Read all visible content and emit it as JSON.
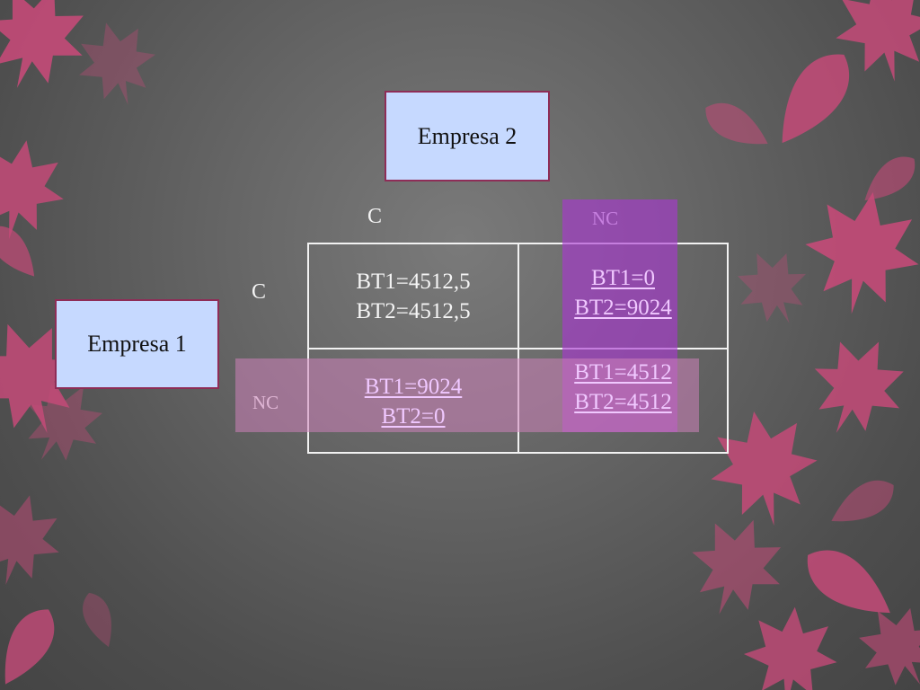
{
  "players": {
    "top": "Empresa 2",
    "left": "Empresa 1"
  },
  "columns": {
    "c": "C",
    "nc": "NC"
  },
  "rows": {
    "c": "C",
    "nc": "NC"
  },
  "cells": {
    "c_c": {
      "line1": "BT1=4512,5",
      "line2": "BT2=4512,5"
    },
    "c_nc": {
      "line1": "BT1=0",
      "line2": "BT2=9024"
    },
    "nc_c": {
      "line1": "BT1=9024",
      "line2": "BT2=0"
    },
    "nc_nc": {
      "line1": "BT1=4512",
      "line2": "BT2=4512"
    }
  },
  "colors": {
    "leaf": "#c44a78",
    "box_fill": "#c6d9ff",
    "box_border": "#8e2d57",
    "column_highlight": "#aa37d2",
    "row_highlight": "#ce82b9"
  }
}
